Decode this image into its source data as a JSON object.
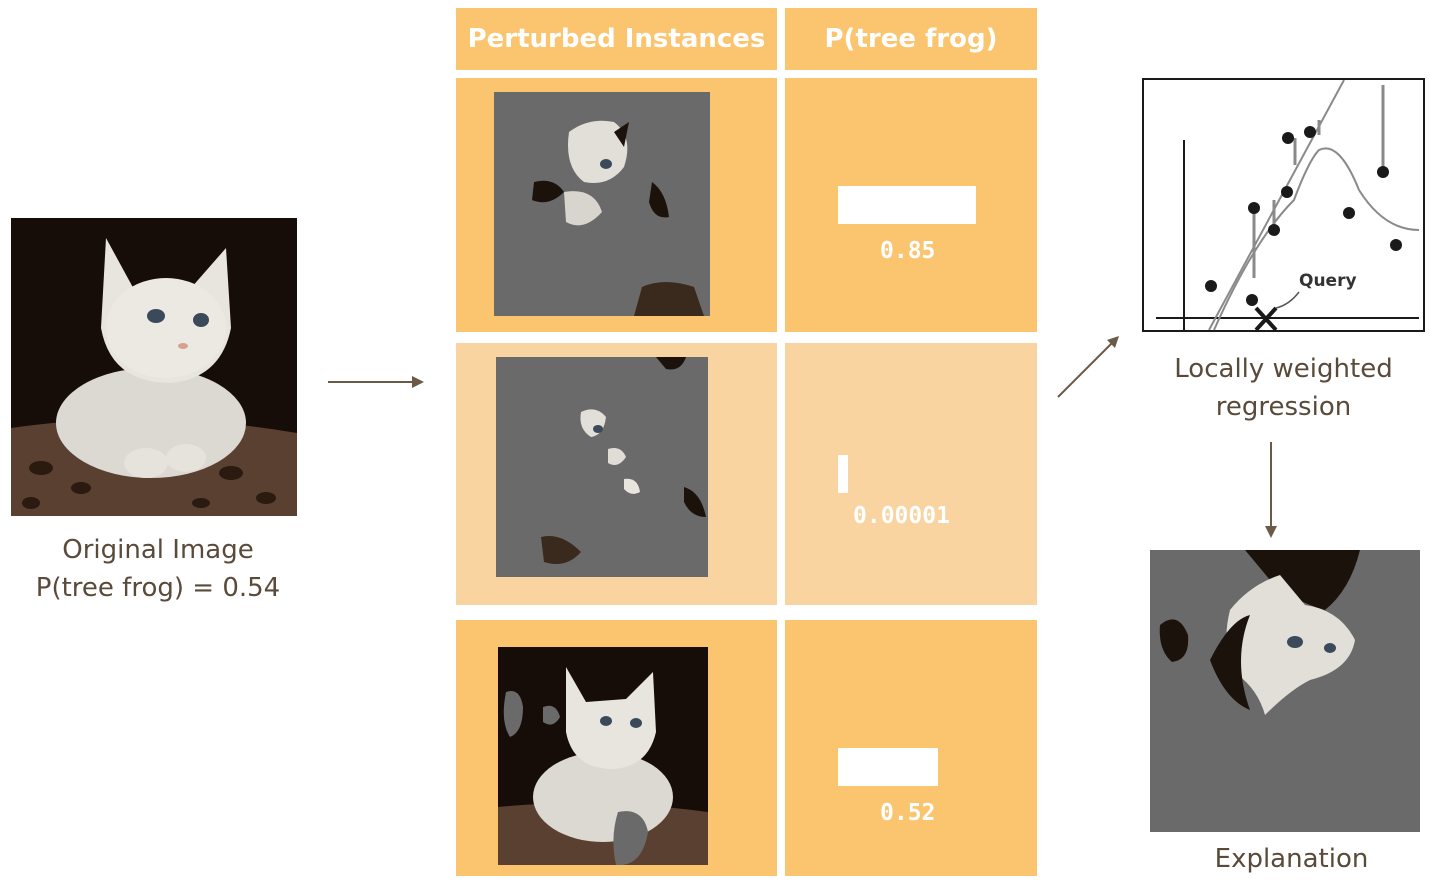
{
  "original": {
    "caption_line1": "Original Image",
    "caption_line2": "P(tree frog) = 0.54"
  },
  "table": {
    "header_instances": "Perturbed Instances",
    "header_prob": "P(tree frog)",
    "rows": [
      {
        "value_label": "0.85",
        "bar_fraction": 0.85
      },
      {
        "value_label": "0.00001",
        "bar_fraction": 1e-05
      },
      {
        "value_label": "0.52",
        "bar_fraction": 0.52
      }
    ]
  },
  "regression": {
    "caption_line1": "Locally weighted",
    "caption_line2": "regression",
    "query_label": "Query"
  },
  "explanation": {
    "caption": "Explanation"
  },
  "colors": {
    "cell_dark": "#fbc46f",
    "cell_light": "#f9d3a0",
    "masked_gray": "#6a6a6a",
    "arrow": "#6b5a48",
    "caption_text": "#5a4a3a"
  }
}
